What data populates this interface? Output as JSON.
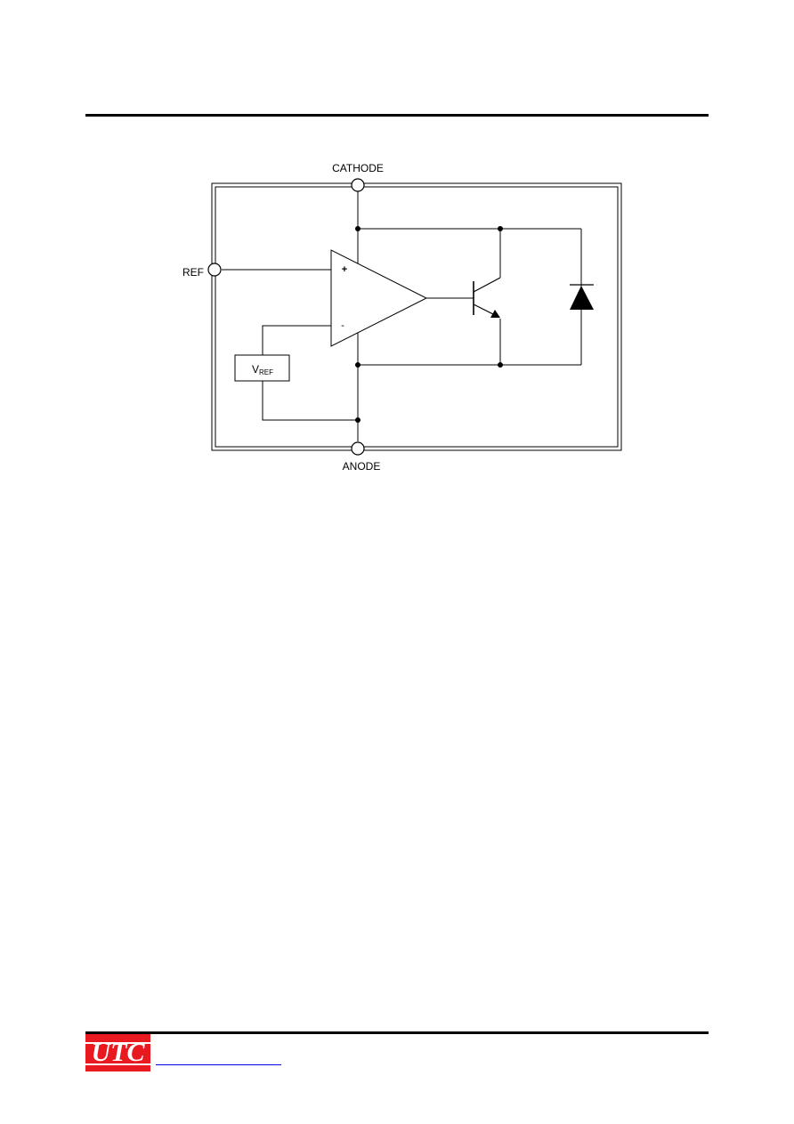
{
  "header": {
    "rule": true
  },
  "block_diagram": {
    "pins": {
      "cathode": "CATHODE",
      "anode": "ANODE",
      "ref": "REF"
    },
    "opamp": {
      "plus": "+",
      "minus": "-"
    },
    "vref": {
      "main": "V",
      "sub": "REF"
    }
  },
  "footer": {
    "logo_text": "UTC",
    "website": ""
  },
  "colors": {
    "logo_red": "#e8191f",
    "link_blue": "#0000ee"
  }
}
